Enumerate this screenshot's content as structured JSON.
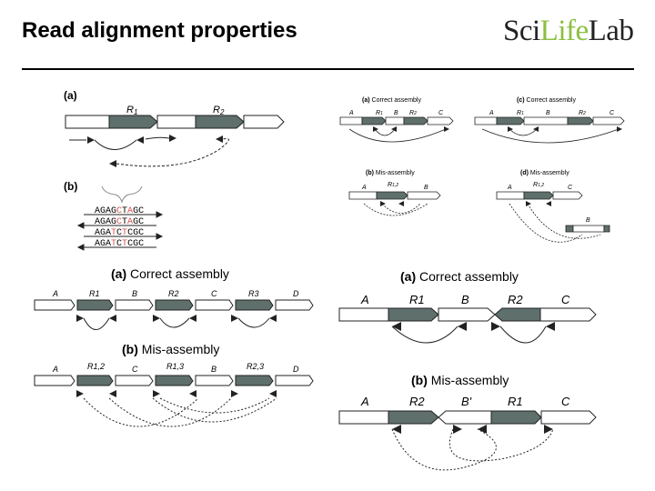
{
  "header": {
    "title": "Read alignment properties",
    "logo_main": "Sci",
    "logo_accent": "Life",
    "logo_end": "Lab"
  },
  "colors": {
    "repeat": "#5e6f6c",
    "unique": "#ffffff",
    "stroke": "#222222",
    "highlight": "#d9534f"
  },
  "panel1": {
    "label_a": "(a)",
    "label_b": "(b)",
    "r1": "R",
    "r1_sub": "1",
    "r2": "R",
    "r2_sub": "2",
    "reads": [
      {
        "pre": "AGAG",
        "hi": "C",
        "mid": "T",
        "hi2": "A",
        "post": "GC"
      },
      {
        "pre": "AGAG",
        "hi": "C",
        "mid": "T",
        "hi2": "A",
        "post": "GC"
      },
      {
        "pre": "AGA",
        "hi": "T",
        "mid": "C",
        "hi2": "T",
        "post": "CGC"
      },
      {
        "pre": "AGA",
        "hi": "T",
        "mid": "C",
        "hi2": "T",
        "post": "CGC"
      }
    ]
  },
  "panel2": {
    "a_label": "(a)",
    "a_text": "Correct assembly",
    "b_label": "(b)",
    "b_text": "Mis-assembly",
    "c_label": "(c)",
    "c_text": "Correct assembly",
    "d_label": "(d)",
    "d_text": "Mis-assembly",
    "a": "A",
    "b": "B",
    "c": "C",
    "r": "R",
    "sub1": "1",
    "sub2": "2",
    "sub12": "1,2"
  },
  "panel3": {
    "a_label": "(a)",
    "a_text": "Correct assembly",
    "b_label": "(b)",
    "b_text": "Mis-assembly",
    "top": [
      "A",
      "R1",
      "B",
      "R2",
      "C",
      "R3",
      "D"
    ],
    "bottom": [
      "A",
      "R1,2",
      "C",
      "R1,3",
      "B",
      "R2,3",
      "D"
    ]
  },
  "panel4": {
    "a_label": "(a)",
    "a_text": "Correct assembly",
    "b_label": "(b)",
    "b_text": "Mis-assembly",
    "top": [
      "A",
      "R1",
      "B",
      "R2",
      "C"
    ],
    "bottom": [
      "A",
      "R2",
      "B'",
      "R1",
      "C"
    ]
  }
}
